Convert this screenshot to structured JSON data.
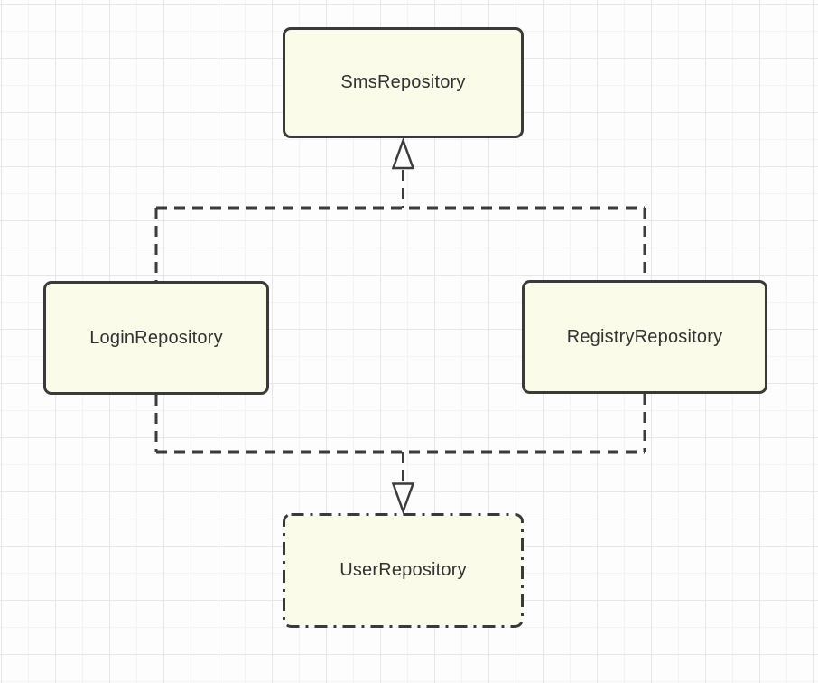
{
  "diagram": {
    "nodes": [
      {
        "id": "sms",
        "label": "SmsRepository",
        "border_style": "solid"
      },
      {
        "id": "login",
        "label": "LoginRepository",
        "border_style": "solid"
      },
      {
        "id": "registry",
        "label": "RegistryRepository",
        "border_style": "solid"
      },
      {
        "id": "user",
        "label": "UserRepository",
        "border_style": "dash-dot"
      }
    ],
    "edges": [
      {
        "from": "LoginRepository",
        "to": "SmsRepository",
        "line": "dashed",
        "arrowhead": "hollow-triangle"
      },
      {
        "from": "RegistryRepository",
        "to": "SmsRepository",
        "line": "dashed",
        "arrowhead": "hollow-triangle"
      },
      {
        "from": "LoginRepository",
        "to": "UserRepository",
        "line": "dashed",
        "arrowhead": "hollow-triangle"
      },
      {
        "from": "RegistryRepository",
        "to": "UserRepository",
        "line": "dashed",
        "arrowhead": "hollow-triangle"
      }
    ],
    "colors": {
      "node_fill": "#FBFBE9",
      "node_border": "#3A3A3A",
      "edge_stroke": "#3C3C3C",
      "text": "#333333",
      "canvas_bg": "#FDFDFD",
      "grid_minor": "#F3F3F3",
      "grid_major": "#E7E7E7"
    }
  }
}
